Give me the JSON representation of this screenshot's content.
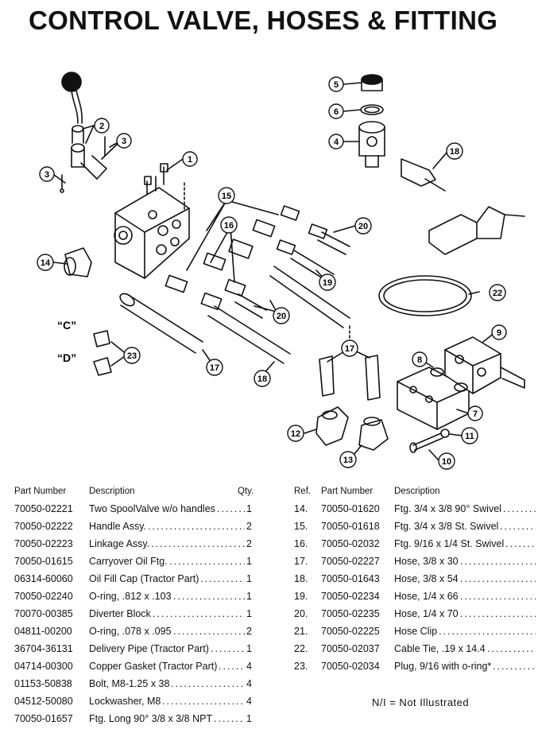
{
  "title": "CONTROL VALVE, HOSES & FITTING",
  "diagram": {
    "callouts": [
      "1",
      "2",
      "3",
      "3",
      "4",
      "5",
      "6",
      "7",
      "8",
      "9",
      "10",
      "11",
      "12",
      "13",
      "14",
      "15",
      "16",
      "17",
      "17",
      "18",
      "18",
      "19",
      "20",
      "20",
      "22",
      "23"
    ],
    "letter_labels": [
      "“C”",
      "“D”"
    ]
  },
  "left_table": {
    "headers": {
      "part_number": "Part Number",
      "description": "Description",
      "qty": "Qty."
    },
    "rows": [
      {
        "part_number": "70050-02221",
        "description": "Two SpoolValve w/o handles",
        "qty": "1"
      },
      {
        "part_number": "70050-02222",
        "description": "Handle Assy.",
        "qty": "2"
      },
      {
        "part_number": "70050-02223",
        "description": "Linkage Assy.",
        "qty": "2"
      },
      {
        "part_number": "70050-01615",
        "description": "Carryover Oil Ftg.",
        "qty": "1"
      },
      {
        "part_number": "06314-60060",
        "description": "Oil Fill Cap (Tractor Part)",
        "qty": "1"
      },
      {
        "part_number": "70050-02240",
        "description": "O-ring, .812 x .103",
        "qty": "1"
      },
      {
        "part_number": "70070-00385",
        "description": "Diverter Block",
        "qty": "1"
      },
      {
        "part_number": "04811-00200",
        "description": "O-ring, .078 x .095",
        "qty": "2"
      },
      {
        "part_number": "36704-36131",
        "description": "Delivery Pipe (Tractor Part)",
        "qty": "1"
      },
      {
        "part_number": "04714-00300",
        "description": "Copper Gasket (Tractor Part)",
        "qty": "4"
      },
      {
        "part_number": "01153-50838",
        "description": "Bolt, M8-1.25 x 38",
        "qty": "4"
      },
      {
        "part_number": "04512-50080",
        "description": "Lockwasher, M8",
        "qty": "4"
      },
      {
        "part_number": "70050-01657",
        "description": "Ftg. Long 90° 3/8 x 3/8 NPT",
        "qty": "1"
      }
    ]
  },
  "right_table": {
    "headers": {
      "ref": "Ref.",
      "part_number": "Part Number",
      "description": "Description"
    },
    "rows": [
      {
        "ref": "14.",
        "part_number": "70050-01620",
        "description": "Ftg. 3/4 x 3/8 90° Swivel"
      },
      {
        "ref": "15.",
        "part_number": "70050-01618",
        "description": "Ftg. 3/4 x 3/8 St. Swivel"
      },
      {
        "ref": "16.",
        "part_number": "70050-02032",
        "description": "Ftg. 9/16 x 1/4 St. Swivel"
      },
      {
        "ref": "17.",
        "part_number": "70050-02227",
        "description": "Hose, 3/8 x 30"
      },
      {
        "ref": "18.",
        "part_number": "70050-01643",
        "description": "Hose, 3/8 x 54"
      },
      {
        "ref": "19.",
        "part_number": "70050-02234",
        "description": "Hose, 1/4 x 66"
      },
      {
        "ref": "20.",
        "part_number": "70050-02235",
        "description": "Hose, 1/4 x 70"
      },
      {
        "ref": "21.",
        "part_number": "70050-02225",
        "description": "Hose  Clip"
      },
      {
        "ref": "22.",
        "part_number": "70050-02037",
        "description": "Cable Tie, .19 x 14.4"
      },
      {
        "ref": "23.",
        "part_number": "70050-02034",
        "description": "Plug, 9/16 with o-ring*"
      }
    ]
  },
  "footnote": "N/I  =  Not Illustrated"
}
